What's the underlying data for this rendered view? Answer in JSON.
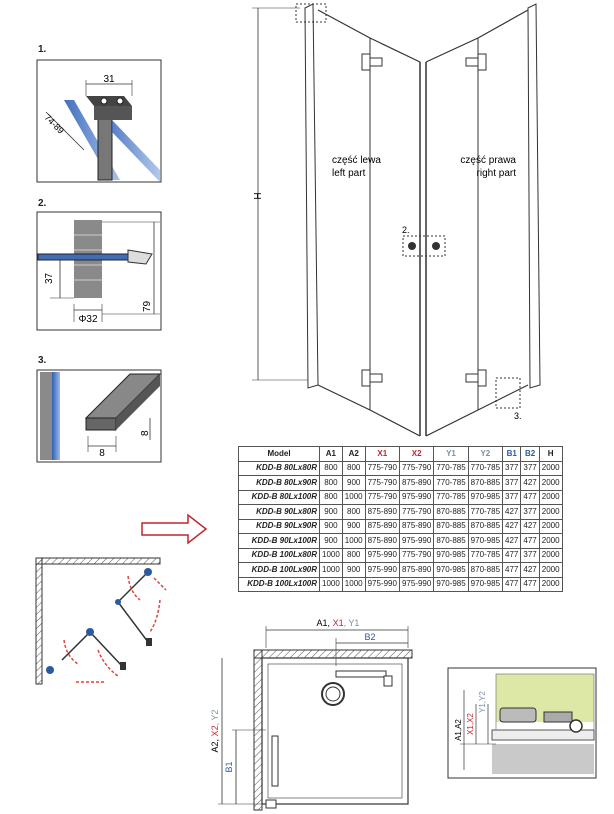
{
  "steps": {
    "s1": {
      "num": "1.",
      "dim_top": "31",
      "dim_side": "74-89"
    },
    "s2": {
      "num": "2.",
      "dim_37": "37",
      "dim_79": "79",
      "dim_dia": "Φ32"
    },
    "s3": {
      "num": "3.",
      "dim_8a": "8",
      "dim_8b": "8"
    }
  },
  "main": {
    "h_label": "H",
    "left_part": [
      "część lewa",
      "left part"
    ],
    "right_part": [
      "część prawa",
      "right part"
    ],
    "callout2": "2.",
    "callout3": "3."
  },
  "table": {
    "headers": [
      "Model",
      "A1",
      "A2",
      "X1",
      "X2",
      "Y1",
      "Y2",
      "B1",
      "B2",
      "H"
    ],
    "rows": [
      [
        "KDD-B 80Lx80R",
        "800",
        "800",
        "775-790",
        "775-790",
        "770-785",
        "770-785",
        "377",
        "377",
        "2000"
      ],
      [
        "KDD-B 80Lx90R",
        "800",
        "900",
        "775-790",
        "875-890",
        "770-785",
        "870-885",
        "377",
        "427",
        "2000"
      ],
      [
        "KDD-B 80Lx100R",
        "800",
        "1000",
        "775-790",
        "975-990",
        "770-785",
        "970-985",
        "377",
        "477",
        "2000"
      ],
      [
        "KDD-B 90Lx80R",
        "900",
        "800",
        "875-890",
        "775-790",
        "870-885",
        "770-785",
        "427",
        "377",
        "2000"
      ],
      [
        "KDD-B 90Lx90R",
        "900",
        "900",
        "875-890",
        "875-890",
        "870-885",
        "870-885",
        "427",
        "427",
        "2000"
      ],
      [
        "KDD-B 90Lx100R",
        "900",
        "1000",
        "875-890",
        "975-990",
        "870-885",
        "970-985",
        "427",
        "477",
        "2000"
      ],
      [
        "KDD-B 100Lx80R",
        "1000",
        "800",
        "975-990",
        "775-790",
        "970-985",
        "770-785",
        "477",
        "377",
        "2000"
      ],
      [
        "KDD-B 100Lx90R",
        "1000",
        "900",
        "975-990",
        "875-890",
        "970-985",
        "870-885",
        "477",
        "427",
        "2000"
      ],
      [
        "KDD-B 100Lx100R",
        "1000",
        "1000",
        "975-990",
        "975-990",
        "970-985",
        "970-985",
        "477",
        "477",
        "2000"
      ]
    ]
  },
  "plan": {
    "top_dim": {
      "a": "A1, ",
      "x": "X1",
      "y": ", Y1"
    },
    "b2": "B2",
    "side_dim": {
      "a": "A2, ",
      "x": "X2",
      "y": ", Y2"
    },
    "b1": "B1"
  },
  "detail": {
    "a": "A1,A2",
    "x": "X1,X2",
    "y": "Y1,Y2"
  },
  "colors": {
    "red": "#c0262d",
    "blue": "#2a5aa0",
    "grey_blue": "#7a8fa6",
    "glass": "#4a78c8",
    "wall": "#dde7a6"
  }
}
